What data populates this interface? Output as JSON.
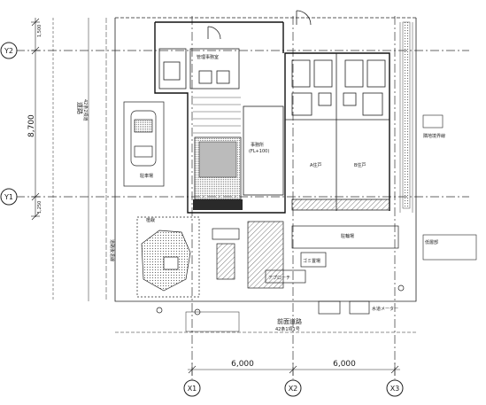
{
  "grid_axes": {
    "x1": "X1",
    "x2": "X2",
    "x3": "X3",
    "y1": "Y1",
    "y2": "Y2"
  },
  "dimensions": {
    "y_top": "1,500",
    "y_mid": "8,700",
    "y_bottom": "1,250",
    "x_left": "6,000",
    "x_right": "6,000"
  },
  "labels": {
    "road_left": "道路",
    "road_left_sub": "42条2項道",
    "road_bottom": "前面道路",
    "road_bottom_sub": "42条1項1号",
    "office": "事務所",
    "office_level": "(FL+100)",
    "unit_a": "A住戸",
    "unit_b": "B住戸",
    "control_room": "管理事務室",
    "parking": "駐車場",
    "bicycle": "駐輪場",
    "garbage": "ゴミ置場",
    "lower_floor": "低層部",
    "entrance": "アプローチ",
    "boundary_note": "隣地境界線",
    "water_meter": "水道メーター",
    "planting": "植栽",
    "setback_note": "道路後退線"
  },
  "colors": {
    "line": "#222222",
    "hatch": "#555555",
    "fill_dark": "#2a2a2a",
    "background": "#ffffff"
  }
}
